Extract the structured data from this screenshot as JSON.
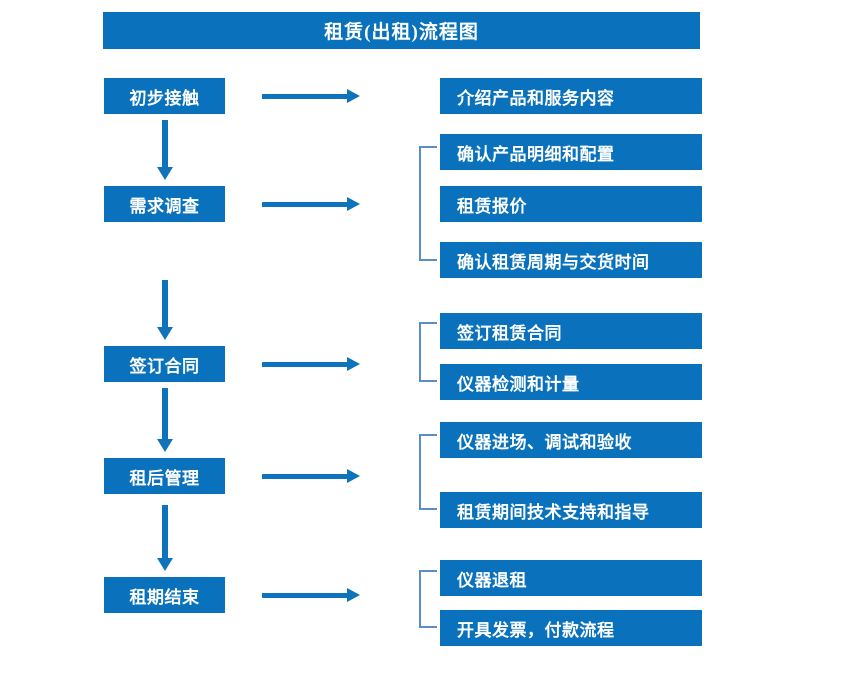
{
  "diagram": {
    "title": "租赁(出租)流程图",
    "accent_color": "#0a72bc",
    "arrow_color": "#0e73bb",
    "bracket_color": "#5a8ec4",
    "text_color": "#ffffff",
    "background_color": "#ffffff",
    "stages": [
      {
        "label": "初步接触"
      },
      {
        "label": "需求调查"
      },
      {
        "label": "签订合同"
      },
      {
        "label": "租后管理"
      },
      {
        "label": "租期结束"
      }
    ],
    "details": [
      {
        "label": "介绍产品和服务内容"
      },
      {
        "label": "确认产品明细和配置"
      },
      {
        "label": "租赁报价"
      },
      {
        "label": "确认租赁周期与交货时间"
      },
      {
        "label": "签订租赁合同"
      },
      {
        "label": "仪器检测和计量"
      },
      {
        "label": "仪器进场、调试和验收"
      },
      {
        "label": "租赁期间技术支持和指导"
      },
      {
        "label": "仪器退租"
      },
      {
        "label": "开具发票，付款流程"
      }
    ]
  }
}
